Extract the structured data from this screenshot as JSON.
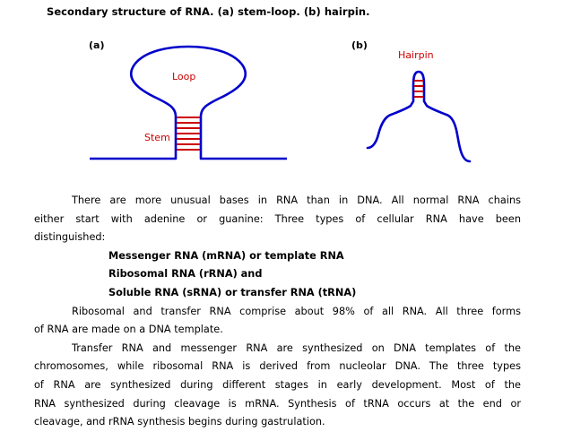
{
  "heading": "Secondary structure of RNA. (a) stem-loop. (b) hairpin.",
  "figure": {
    "panel_a": {
      "label": "(a)",
      "loop_label": "Loop",
      "stem_label": "Stem"
    },
    "panel_b": {
      "label": "(b)",
      "hairpin_label": "Hairpin"
    },
    "colors": {
      "strand": "#0000cc",
      "base_pairs": "#cc0000",
      "annotation": "#cc0000"
    }
  },
  "text": {
    "para1_lines": [
      "There are more unusual bases in RNA than in DNA. All normal RNA chains",
      "either start with adenine or guanine: Three types of cellular RNA have been",
      "distinguished:"
    ],
    "rna_types": [
      "Messenger RNA (mRNA) or template RNA",
      "Ribosomal RNA (rRNA) and",
      "Soluble RNA (sRNA) or transfer RNA (tRNA)"
    ],
    "para2_lines": [
      "Ribosomal and transfer RNA comprise about 98% of all RNA. All three forms",
      "of RNA are made on a DNA template."
    ],
    "para3_lines": [
      "Transfer RNA and messenger RNA are synthesized on DNA templates of the",
      "chromosomes, while ribosomal RNA is derived from nucleolar DNA. The three types",
      "of RNA are synthesized during different stages in early development. Most of the",
      "RNA synthesized during cleavage is mRNA. Synthesis of tRNA occurs at the end or",
      "cleavage, and rRNA synthesis begins during gastrulation."
    ]
  }
}
